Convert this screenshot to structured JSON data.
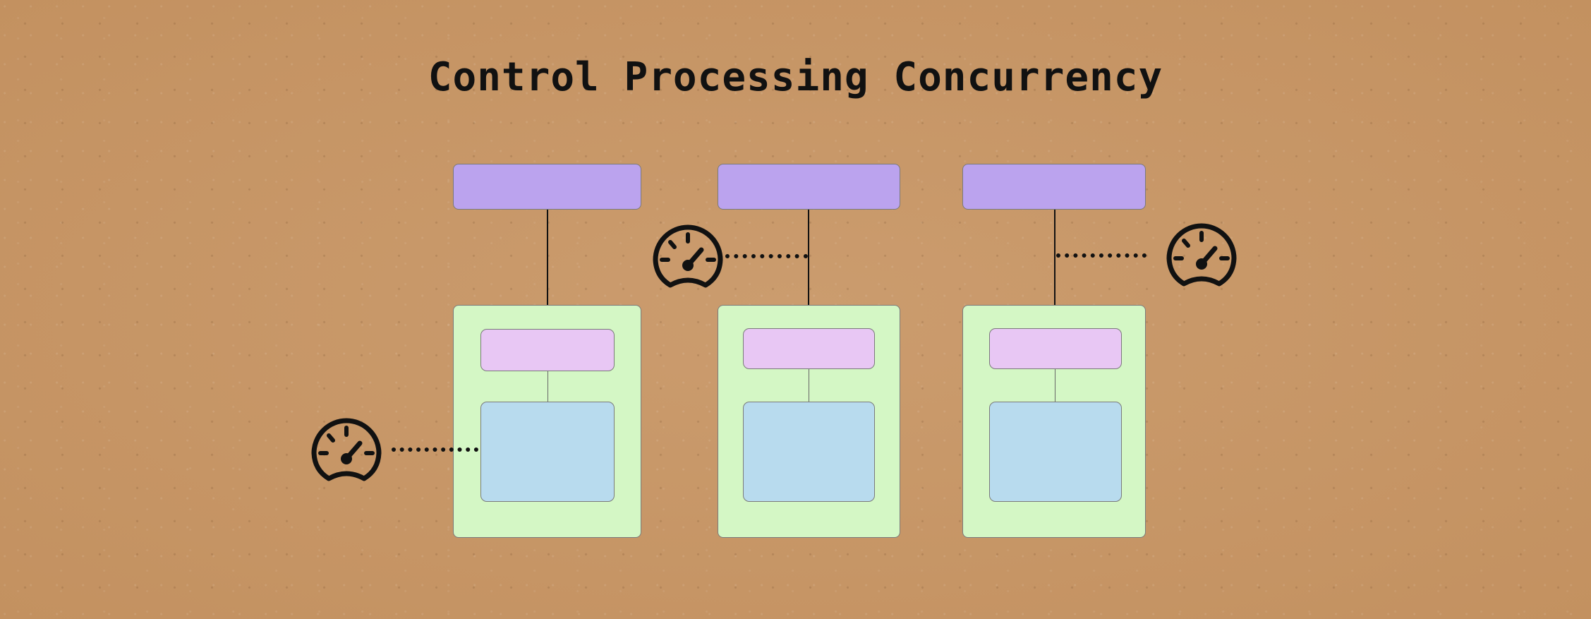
{
  "title": "Control Processing Concurrency",
  "colors": {
    "background": "#c9996a",
    "top_box": "#bba3ee",
    "panel": "#d4f7c5",
    "inner_top": "#e8c7f4",
    "inner_bottom": "#b8dbee",
    "lines": "#111111"
  },
  "icons": {
    "gauge": "speedometer-icon"
  },
  "columns": [
    {
      "id": "left",
      "gauge_attachment": "inner-bottom-box"
    },
    {
      "id": "middle",
      "gauge_attachment": "top-connector"
    },
    {
      "id": "right",
      "gauge_attachment": "top-connector"
    }
  ]
}
